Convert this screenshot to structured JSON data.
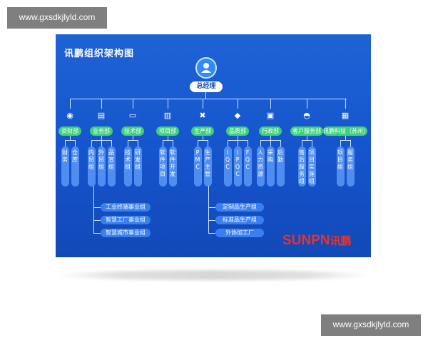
{
  "watermark": "www.gxsdkjlyld.com",
  "title": "讯鹏组织架构图",
  "root": {
    "label": "总经理",
    "icon": "person-icon"
  },
  "departments": [
    {
      "label": "资财部",
      "icon": "money-bag-icon",
      "subs": [
        "财务",
        "仓库"
      ]
    },
    {
      "label": "业务部",
      "icon": "document-icon",
      "subs": [
        "内贸组",
        "外贸组",
        "品宣组"
      ]
    },
    {
      "label": "技术部",
      "icon": "monitor-icon",
      "subs": [
        "技术组",
        "研发组"
      ]
    },
    {
      "label": "项目部",
      "icon": "clipboard-icon",
      "subs": [
        "软件项目",
        "软件开发"
      ]
    },
    {
      "label": "生产部",
      "icon": "tools-icon",
      "subs": [
        "PMC",
        "生产主管"
      ]
    },
    {
      "label": "品质部",
      "icon": "cube-icon",
      "subs": [
        "IQC",
        "IPQC",
        "FQC"
      ]
    },
    {
      "label": "行政部",
      "icon": "board-icon",
      "subs": [
        "人力资源",
        "采购",
        "后勤"
      ]
    },
    {
      "label": "客户服务部",
      "icon": "headset-icon",
      "subs": [
        "售后服务组",
        "项目实施组"
      ]
    },
    {
      "label": "讯鹏科技（苏州）",
      "icon": "building-icon",
      "subs": [
        "项目组",
        "服务组"
      ]
    }
  ],
  "business_units": [
    "工业终端事业组",
    "智慧工厂事业组",
    "智慧城市事业组"
  ],
  "production_groups": [
    "定制品生产组",
    "标准品生产组",
    "外协加工厂"
  ],
  "logo": {
    "latin": "SUNPN",
    "chinese": "讯鹏",
    "color": "#e8322c"
  }
}
